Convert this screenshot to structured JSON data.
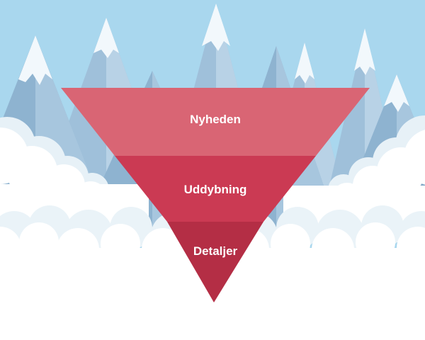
{
  "pyramid": {
    "layers": [
      {
        "label": "Nyheden",
        "color": "#d96574"
      },
      {
        "label": "Uddybning",
        "color": "#cb3a53"
      },
      {
        "label": "Detaljer",
        "color": "#b42e45"
      }
    ]
  },
  "scene": {
    "sky_color": "#a9d7ee",
    "mountain_color": "#8eb3d0",
    "mountain_shade_color": "#b8d2e6",
    "snow_color": "#f2f8fc",
    "cloud_color": "#ffffff",
    "cloud_shadow_color": "#e7f1f7"
  }
}
